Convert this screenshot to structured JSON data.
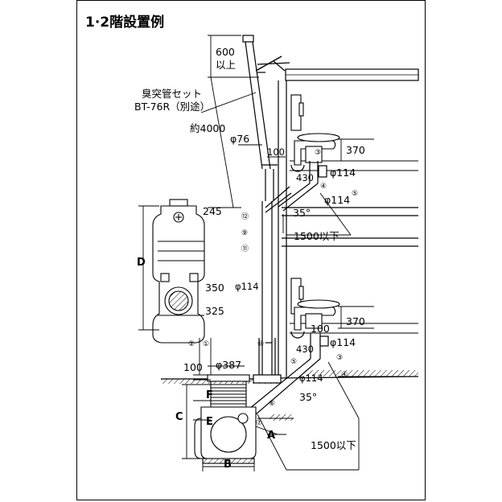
{
  "title": "1·2階設置例",
  "labels": {
    "dim_600": "600",
    "above": "以上",
    "vent_pipe_set": "臭突管セット",
    "vent_pipe_model": "BT-76R（別途）",
    "approx_4000": "約4000",
    "phi76": "φ76",
    "dim_100_top": "100",
    "dim_370_top": "370",
    "dim_430_top": "430",
    "phi114_a": "φ114",
    "phi114_b": "φ114",
    "dim_245": "245",
    "angle_35_top": "35°",
    "dim_1500_top": "1500以下",
    "dim_D": "D",
    "dim_350": "350",
    "phi114_mid": "φ114",
    "dim_325": "325",
    "dim_100_bot": "100",
    "dim_370_bot": "370",
    "dim_430_bot": "430",
    "phi114_c": "φ114",
    "phi387": "φ387",
    "dim_100_left": "100",
    "phi114_d": "φ114",
    "dim_F": "F",
    "dim_C": "C",
    "dim_E": "E",
    "angle_35_bot": "35°",
    "dim_A": "A",
    "dim_B": "B",
    "dim_1500_bot": "1500以下"
  },
  "part_numbers": {
    "p1": "①",
    "p2": "②",
    "p3a": "③",
    "p3b": "③",
    "p4a": "④",
    "p4b": "④",
    "p5a": "⑤",
    "p5b": "⑤",
    "p6": "⑥",
    "p7": "⑦",
    "p9": "⑨",
    "p10": "⑩",
    "p11": "⑪",
    "p12": "⑫"
  }
}
